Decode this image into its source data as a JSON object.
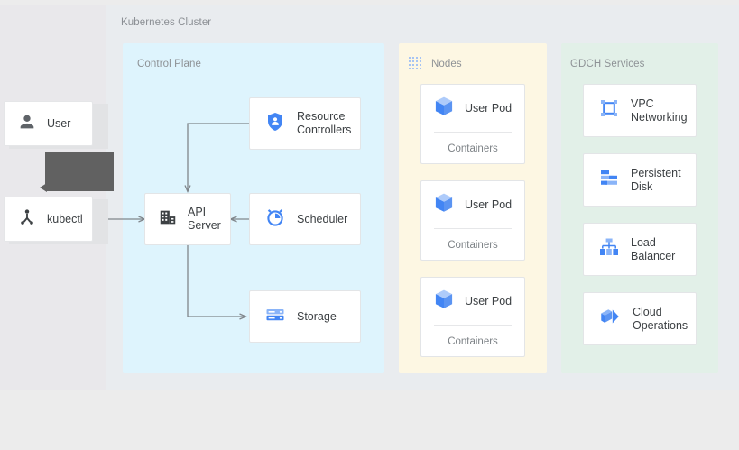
{
  "canvas": {
    "background": "#ececec",
    "left_band_color": "#e9e8eb",
    "cluster_color": "#e9ecef"
  },
  "cluster": {
    "title": "Kubernetes Cluster"
  },
  "groups": {
    "control_plane": {
      "title": "Control Plane",
      "color": "#def4fd"
    },
    "nodes": {
      "title": "Nodes",
      "color": "#fdf7e3",
      "icon": "dotted-grid-icon"
    },
    "gdch": {
      "title": "GDCH Services",
      "color": "#e2f0e8"
    }
  },
  "actors": [
    {
      "label": "User",
      "icon": "person-icon"
    },
    {
      "label": "kubectl",
      "icon": "kubectl-icon"
    }
  ],
  "control_plane_nodes": [
    {
      "label": "Resource\nControllers",
      "icon": "shield-person-icon"
    },
    {
      "label": "API\nServer",
      "icon": "api-server-icon"
    },
    {
      "label": "Scheduler",
      "icon": "alarm-clock-icon"
    },
    {
      "label": "Storage",
      "icon": "storage-icon"
    }
  ],
  "pods": [
    {
      "label": "User Pod",
      "sub": "Containers",
      "icon": "cube-icon"
    },
    {
      "label": "User Pod",
      "sub": "Containers",
      "icon": "cube-icon"
    },
    {
      "label": "User Pod",
      "sub": "Containers",
      "icon": "cube-icon"
    }
  ],
  "gdch_services": [
    {
      "label": "VPC\nNetworking",
      "icon": "vpc-networking-icon"
    },
    {
      "label": "Persistent\nDisk",
      "icon": "persistent-disk-icon"
    },
    {
      "label": "Load\nBalancer",
      "icon": "load-balancer-icon"
    },
    {
      "label": "Cloud\nOperations",
      "icon": "cloud-operations-icon"
    }
  ],
  "colors": {
    "google_blue": "#4285f4",
    "light_blue": "#8ab4f8",
    "dark_gray": "#5f6368",
    "connector": "#80868b",
    "overlay": "#616161"
  }
}
